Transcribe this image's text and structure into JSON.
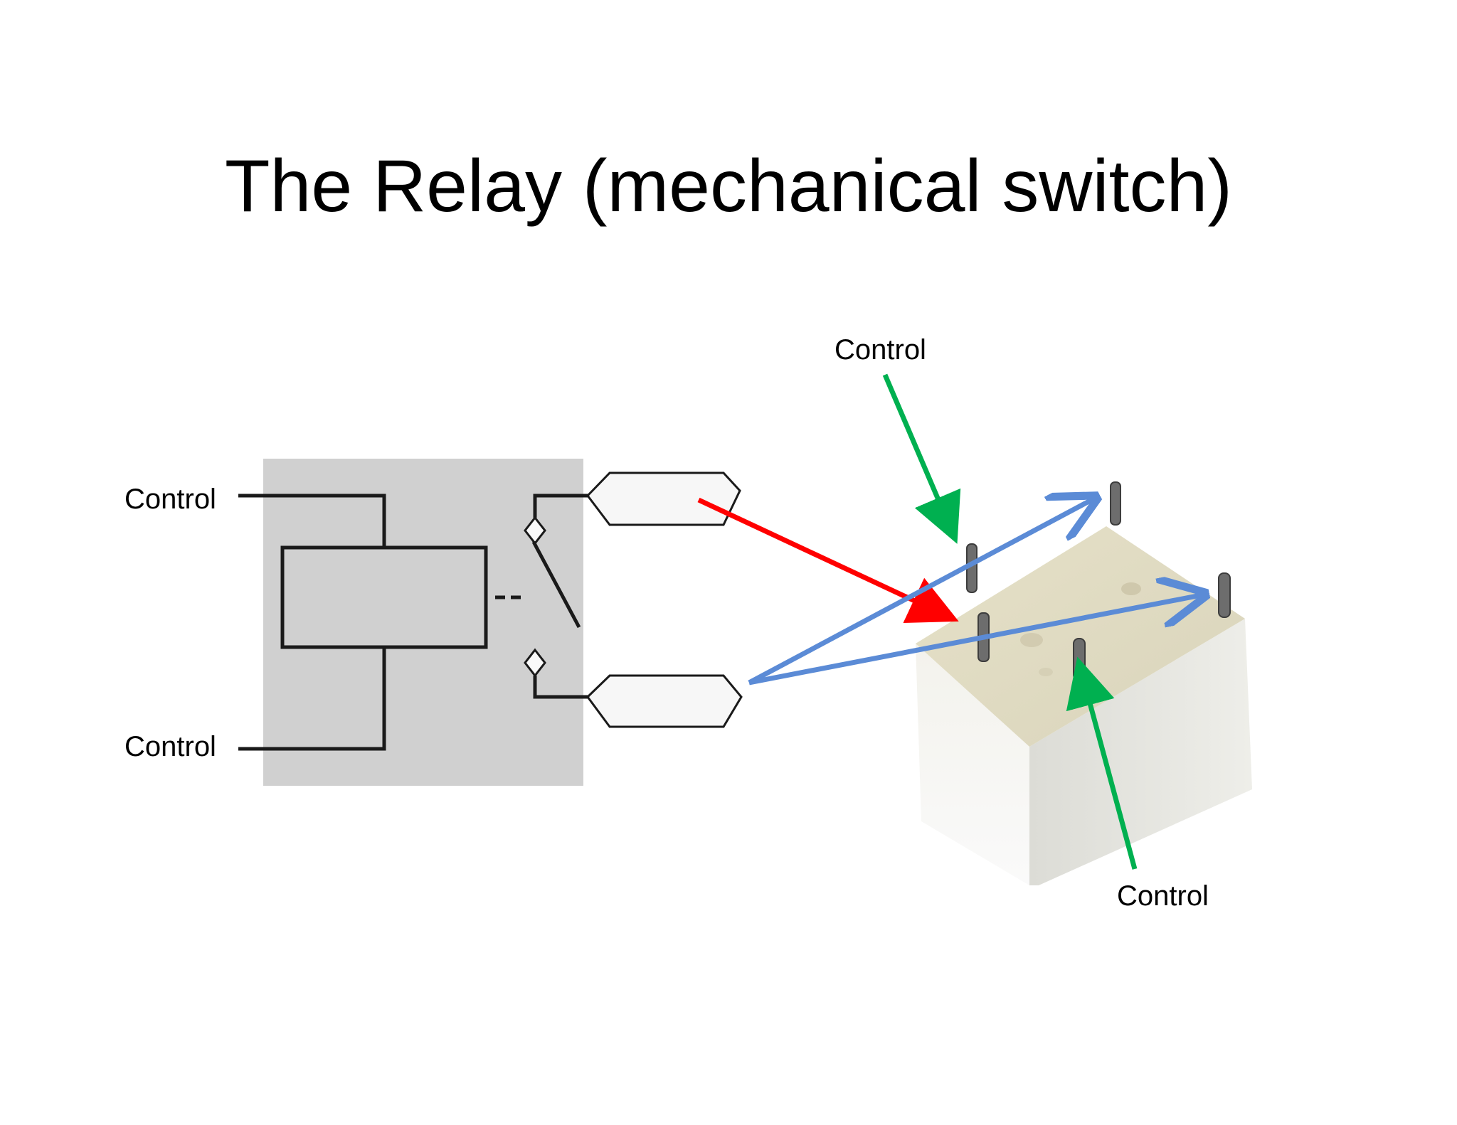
{
  "slide": {
    "title": "The Relay (mechanical switch)"
  },
  "labels": {
    "schematic_control_top": "Control",
    "schematic_control_bottom": "Control",
    "photo_control_top": "Control",
    "photo_control_bottom": "Control"
  },
  "colors": {
    "schematic_background": "#d0d0d0",
    "wire": "#1a1a1a",
    "arrow_red": "#ff0000",
    "arrow_blue": "#5b8bd6",
    "arrow_green": "#00b050",
    "relay_body": "#ecebe3",
    "pin": "#6d6d6d"
  }
}
